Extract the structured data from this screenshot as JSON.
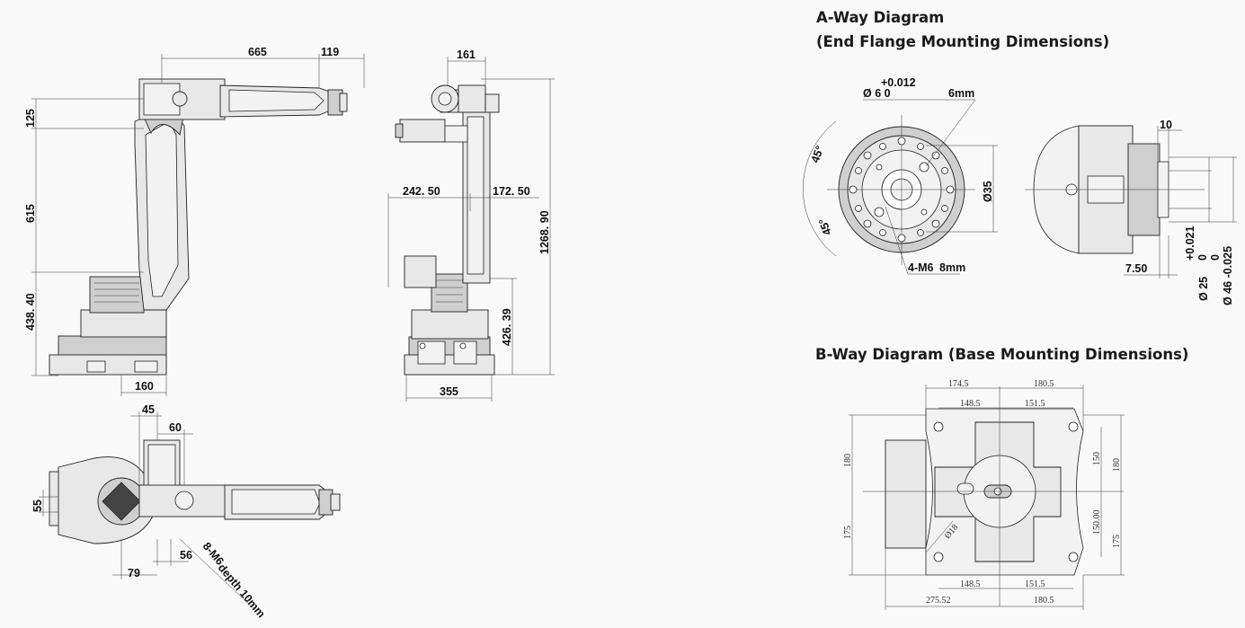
{
  "headings": {
    "a_way_title": "A-Way Diagram",
    "a_way_subtitle": "(End Flange Mounting Dimensions)",
    "b_way_title": "B-Way Diagram (Base Mounting Dimensions)"
  },
  "side_view": {
    "d_665": "665",
    "d_119": "119",
    "d_125": "125",
    "d_615": "615",
    "d_438": "438. 40",
    "d_160": "160"
  },
  "front_view": {
    "d_161": "161",
    "d_242": "242. 50",
    "d_172": "172. 50",
    "d_1268": "1268. 90",
    "d_426": "426. 39",
    "d_355": "355"
  },
  "top_view": {
    "d_45": "45",
    "d_60": "60",
    "d_55": "55",
    "d_79": "79",
    "d_56": "56",
    "d_holes": "8-M6",
    "d_depth": "depth 10mm"
  },
  "flange": {
    "tol": "+0.012",
    "dia6": "Ø 6  0",
    "depth6": "6mm",
    "ang1": "45°",
    "ang2": "45°",
    "dia35": "Ø35",
    "holes": "4-M6",
    "depth8": "8mm",
    "d_10": "10",
    "d_750": "7.50",
    "tol25": "+0.021",
    "zero25": "0",
    "dia25": "Ø 25",
    "zero46": "0",
    "dia46": "Ø 46 -0.025"
  },
  "base": {
    "top_l": "174.5",
    "top_r": "180.5",
    "mid_l": "148.5",
    "mid_r": "151.5",
    "left_180": "180",
    "left_175": "175",
    "right_150": "150",
    "right_180": "180",
    "right_15000": "150.00",
    "right_175": "175",
    "hole": "Ø18",
    "bot_l": "148.5",
    "bot_r": "151.5",
    "bottom_275": "275.52",
    "bottom_180": "180.5"
  }
}
